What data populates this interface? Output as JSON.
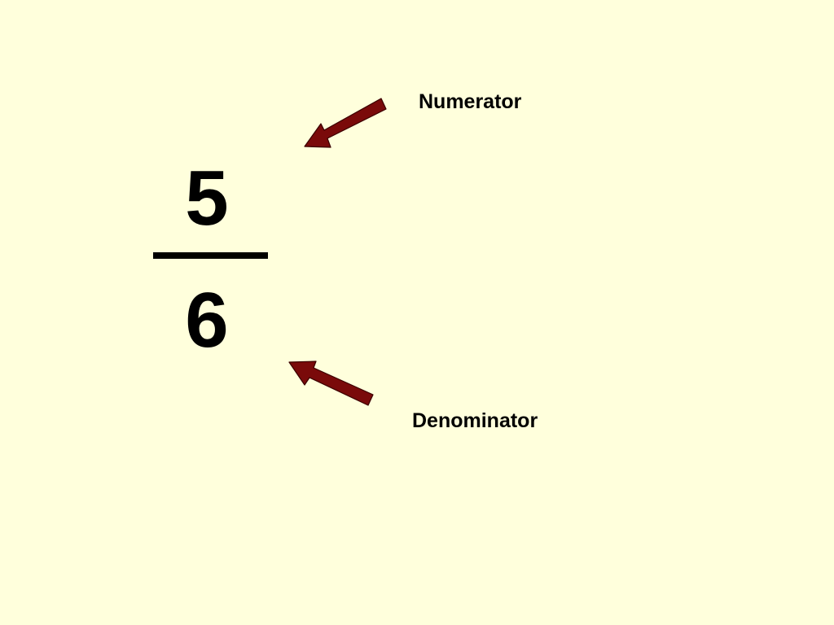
{
  "fraction": {
    "numerator": "5",
    "denominator": "6"
  },
  "labels": {
    "numerator": "Numerator",
    "denominator": "Denominator"
  },
  "colors": {
    "background": "#ffffdc",
    "arrow_fill": "#7a0a0a",
    "text": "#000000"
  }
}
